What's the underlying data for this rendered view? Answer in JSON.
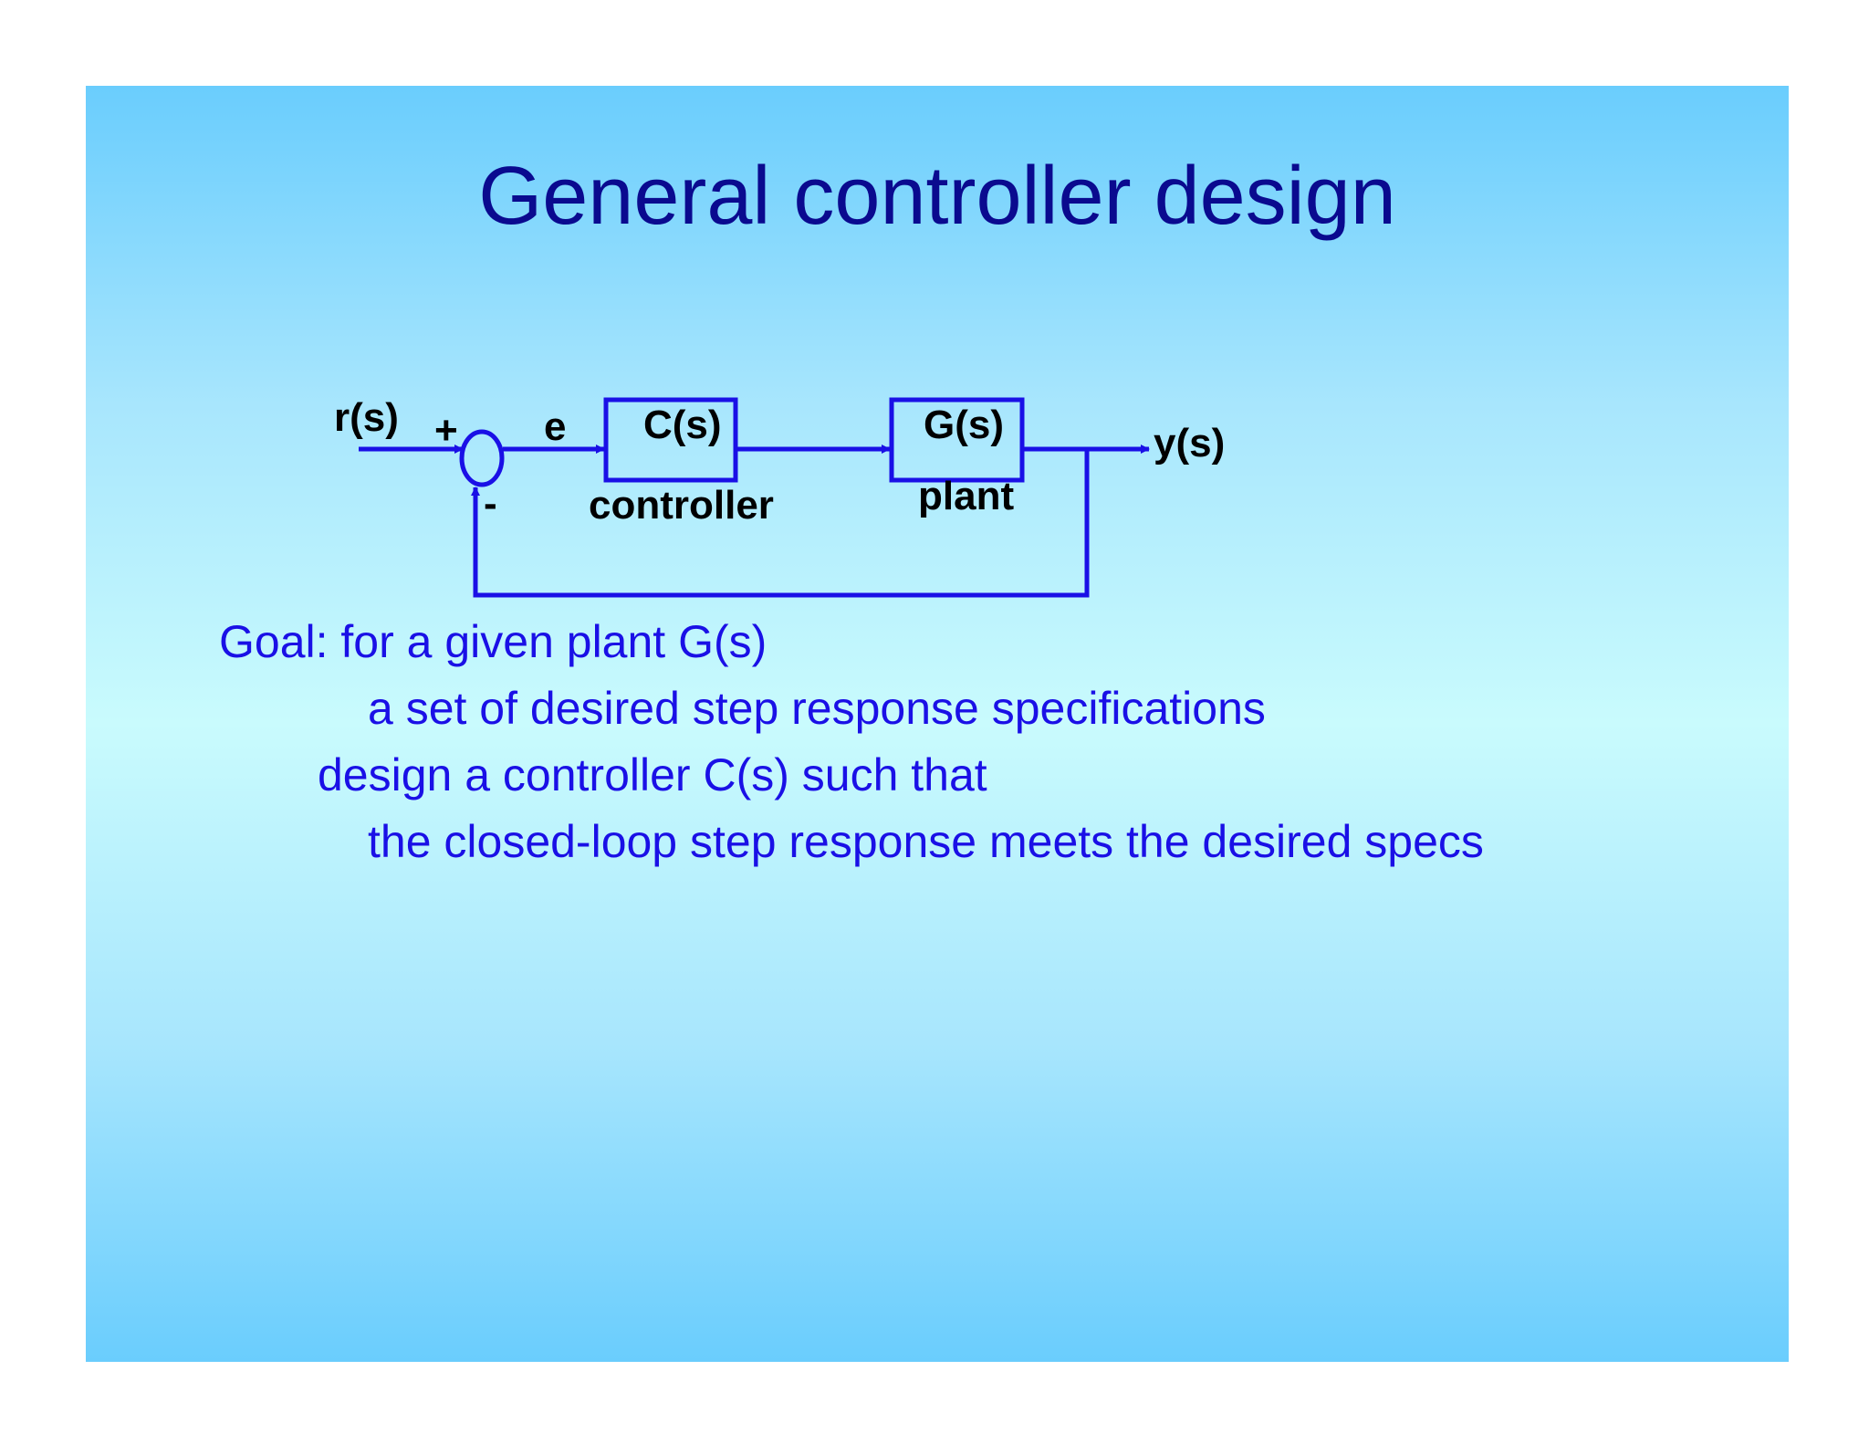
{
  "slide": {
    "title": "General controller design"
  },
  "diagram": {
    "input_label": "r(s)",
    "plus_sign": "+",
    "minus_sign": "-",
    "error_label": "e",
    "controller_block": "C(s)",
    "controller_caption": "controller",
    "plant_block": "G(s)",
    "plant_caption": "plant",
    "output_label": "y(s)"
  },
  "goal": {
    "line1": "Goal: for a given plant G(s)",
    "line2": "a set of desired step response specifications",
    "line3": "design a controller C(s) such that",
    "line4": "the closed-loop step response meets the desired specs"
  },
  "colors": {
    "title": "#0a0a8f",
    "diagram_lines": "#1a10e6",
    "body_text": "#1a10e6",
    "background_edge": "#6acdfd",
    "background_center": "#c9fbfd"
  }
}
